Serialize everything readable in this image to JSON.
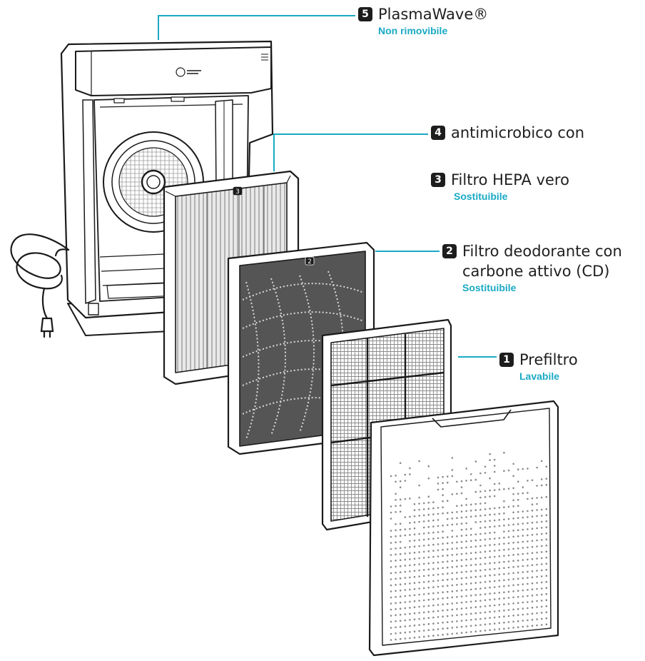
{
  "accent_color": "#19a9c4",
  "line_color": "#1a1a1a",
  "labels": [
    {
      "number": "5",
      "title": "PlasmaWave®",
      "subtitle": "Non rimovibile"
    },
    {
      "number": "4",
      "title": "antimicrobico con",
      "subtitle": ""
    },
    {
      "number": "3",
      "title": "Filtro HEPA vero",
      "subtitle": "Sostituibile"
    },
    {
      "number": "2",
      "title": "Filtro deodorante con",
      "title_line2": "carbone attivo (CD)",
      "subtitle": "Sostituibile"
    },
    {
      "number": "1",
      "title": "Prefiltro",
      "subtitle": "Lavabile"
    }
  ],
  "filter_tags": {
    "hepa": "3",
    "carbon": "2"
  }
}
